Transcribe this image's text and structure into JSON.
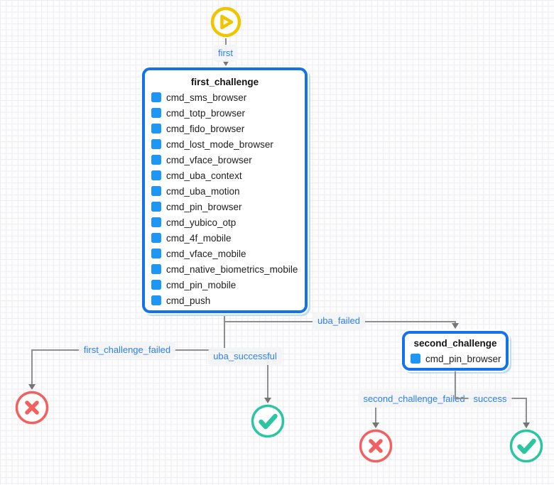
{
  "nodes": {
    "first_challenge": {
      "title": "first_challenge",
      "items": [
        "cmd_sms_browser",
        "cmd_totp_browser",
        "cmd_fido_browser",
        "cmd_lost_mode_browser",
        "cmd_vface_browser",
        "cmd_uba_context",
        "cmd_uba_motion",
        "cmd_pin_browser",
        "cmd_yubico_otp",
        "cmd_4f_mobile",
        "cmd_vface_mobile",
        "cmd_native_biometrics_mobile",
        "cmd_pin_mobile",
        "cmd_push"
      ]
    },
    "second_challenge": {
      "title": "second_challenge",
      "items": [
        "cmd_pin_browser"
      ]
    }
  },
  "edge_labels": {
    "start": "first",
    "uba_failed": "uba_failed",
    "first_challenge_failed": "first_challenge_failed",
    "uba_successful": "uba_successful",
    "second_challenge_failed": "second_challenge_failed",
    "success": "success"
  },
  "icons": {
    "start": "play-circle-icon",
    "fail": "x-circle-icon",
    "success": "check-circle-icon"
  },
  "colors": {
    "node_border": "#1473e6",
    "item_square": "#1e96f5",
    "edge_line": "#8e8e8e",
    "label_text": "#2e7ff0",
    "label_background": "#f3f4f6",
    "start_yellow": "#f1c400",
    "fail_red": "#f16161",
    "success_teal": "#2cc5a2"
  }
}
